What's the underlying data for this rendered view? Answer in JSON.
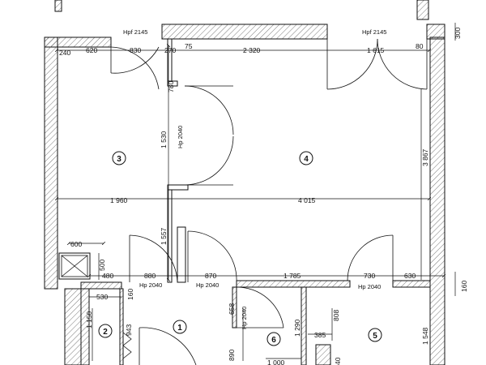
{
  "rooms": {
    "r3": "3",
    "r4": "4",
    "r1": "1",
    "r2": "2",
    "r5": "5",
    "r6": "6"
  },
  "door_labels": {
    "hpf_left": "Hpf 2145",
    "hpf_right": "Hpf 2145",
    "hp_vertical": "Hp 2040",
    "hp_1": "Hp 2040",
    "hp_2": "Hp 2040",
    "hp_3": "Hp 2040",
    "hp_6": "Hp 2040"
  },
  "dims": {
    "top_240": "240",
    "top_620": "620",
    "top_830": "830",
    "top_270": "270",
    "top_75": "75",
    "top_2320": "2 320",
    "top_1615": "1 615",
    "top_80": "80",
    "right_300": "300",
    "v_780": "780",
    "v_1530": "1 530",
    "v_3867": "3 867",
    "mid_1960": "1 960",
    "mid_4015": "4 015",
    "v_1557": "1 557",
    "h_600": "600",
    "v_500": "500",
    "low_480": "480",
    "low_880": "880",
    "low_870": "870",
    "low_1785": "1 785",
    "low_730": "730",
    "low_630": "630",
    "right_160": "160",
    "h_530": "530",
    "v_160": "160",
    "v_1150": "1 150",
    "v_943": "943",
    "v_658": "658",
    "v_890": "890",
    "v_1290": "1 290",
    "h_385": "385",
    "v_808": "808",
    "v_40": "40",
    "h_1000": "1 000",
    "v_1548": "1 548"
  }
}
